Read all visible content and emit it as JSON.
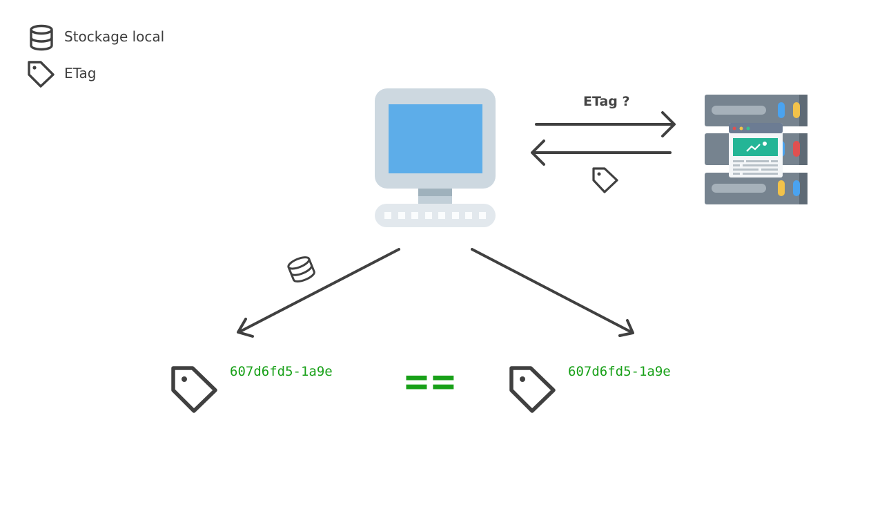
{
  "legend": {
    "items": [
      {
        "icon": "database-icon",
        "label": "Stockage local"
      },
      {
        "icon": "tag-icon",
        "label": "ETag"
      }
    ]
  },
  "request": {
    "label": "ETag ?"
  },
  "comparison": {
    "left_hash": "607d6fd5-1a9e",
    "right_hash": "607d6fd5-1a9e",
    "operator": "=="
  },
  "colors": {
    "stroke": "#404040",
    "match": "#18a018",
    "screen": "#5dade9",
    "monitor_frame": "#cdd8e0",
    "server_rack": "#76838f"
  }
}
